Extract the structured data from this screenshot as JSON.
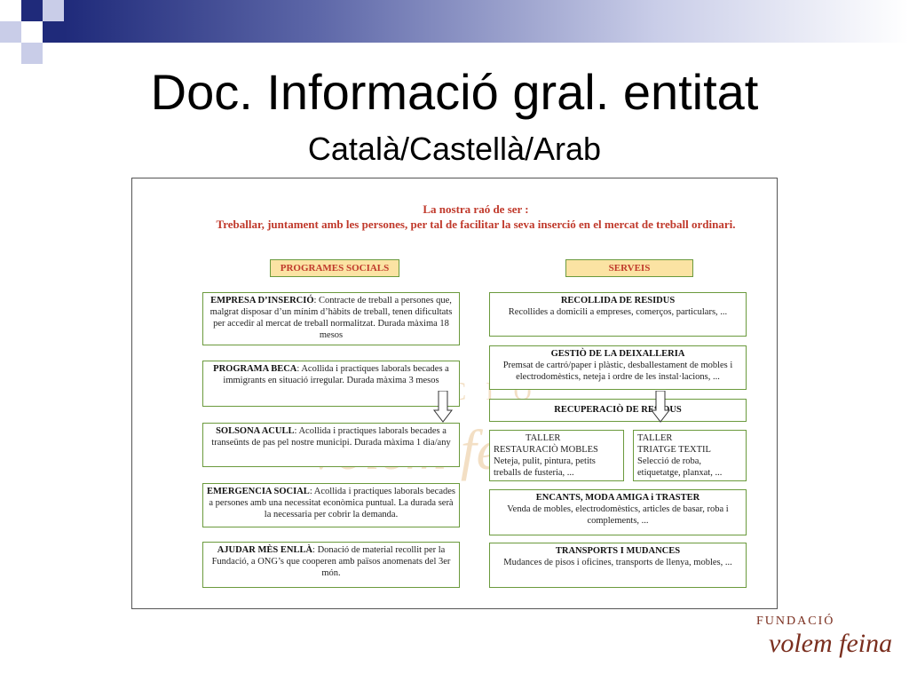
{
  "slide": {
    "title": "Doc. Informació gral. entitat",
    "subtitle": "Català/Castellà/Arab"
  },
  "document": {
    "header_line1": "La nostra raó de ser :",
    "header_line2": "Treballar, juntament amb les persones, per tal de facilitar la seva inserció en el mercat de treball ordinari.",
    "programes_label": "PROGRAMES SOCIALS",
    "serveis_label": "SERVEIS",
    "watermark_top": "FUNDACIÓ",
    "watermark_bottom": "volem feina",
    "programes": [
      {
        "title": "EMPRESA D’INSERCIÓ",
        "text": ": Contracte de treball a persones que, malgrat disposar d’un mínim d’hàbits de treball, tenen dificultats per accedir al mercat de treball normalitzat. Durada màxima 18 mesos"
      },
      {
        "title": "PROGRAMA BECA",
        "text": ": Acollida i practiques laborals becades a immigrants en situació irregular. Durada màxima 3 mesos"
      },
      {
        "title": "SOLSONA ACULL",
        "text": ": Acollida i practiques laborals becades a transeünts de pas pel nostre municipi. Durada màxima 1 dia/any"
      },
      {
        "title": "EMERGENCIA SOCIAL",
        "text": ": Acollida i practiques laborals becades a persones amb una necessitat econòmica puntual. La durada serà la necessaria per cobrir la demanda."
      },
      {
        "title": "AJUDAR MÈS ENLLÀ",
        "text": ": Donació de material recollit per la Fundació, a ONG’s que cooperen amb països anomenats del 3er món."
      }
    ],
    "serveis": [
      {
        "title": "RECOLLIDA DE RESIDUS",
        "text": "Recollides a domicili a empreses, comerços, particulars, ..."
      },
      {
        "title": "GESTIÒ DE LA DEIXALLERIA",
        "text": "Premsat de cartró/paper i plàstic, desballestament de mobles i electrodomèstics, neteja i ordre de les instal·lacions, ..."
      },
      {
        "title": "RECUPERACIÒ DE RESIDUS",
        "text": ""
      },
      {
        "title": "ENCANTS, MODA AMIGA i TRASTER",
        "text": "Venda de mobles, electrodomèstics, articles de basar, roba i complements, ..."
      },
      {
        "title": "TRANSPORTS I MUDANCES",
        "text": "Mudances de pisos i oficines, transports de llenya, mobles, ..."
      }
    ],
    "tallers": [
      {
        "line1": "TALLER",
        "line2": "RESTAURACIÒ MOBLES",
        "text": "Neteja, pulit, pintura, petits treballs de fusteria, ..."
      },
      {
        "line1": "TALLER",
        "line2": "TRIATGE TEXTIL",
        "text": "Selecció de roba, etiquetatge, planxat, ..."
      }
    ]
  },
  "logo": {
    "line1": "FUNDACIÓ",
    "line2": "volem feina"
  },
  "colors": {
    "accent_red": "#c0392b",
    "box_border": "#6b9a3d",
    "tag_fill": "#fbe3a3",
    "deco_navy": "#1f2a7a",
    "deco_light": "#c9cde8"
  }
}
